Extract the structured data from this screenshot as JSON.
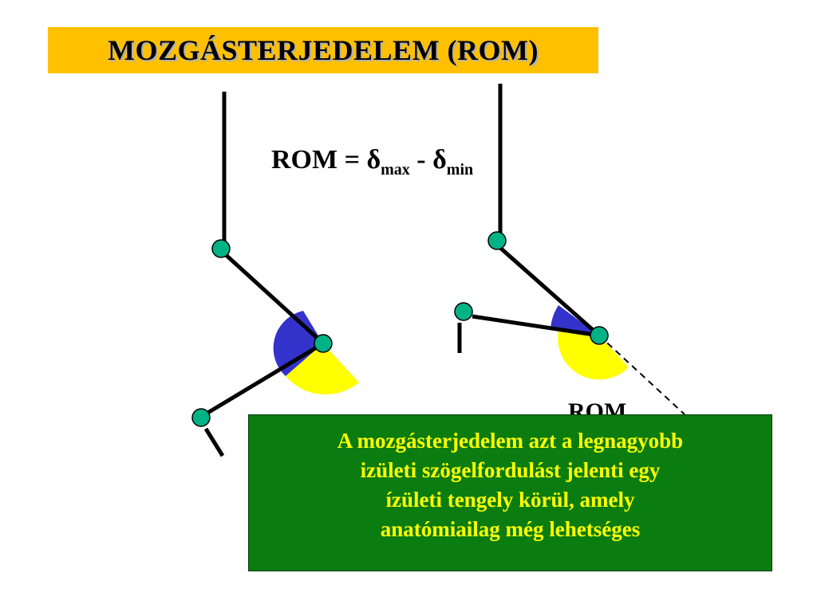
{
  "title": "MOZGÁSTERJEDELEM (ROM)",
  "formula": {
    "lhs": "ROM = ",
    "delta_symbol": "δ",
    "sub_max": "max",
    "minus": " - ",
    "sub_min": "min"
  },
  "rom_label": "ROM",
  "info_lines": [
    "A mozgásterjedelem azt a legnagyobb",
    "izületi szögelfordulást jelenti egy",
    "ízületi tengely körül, amely",
    "anatómiailag még lehetséges"
  ],
  "colors": {
    "title_background": "#ffc000",
    "info_background": "#0a7c10",
    "info_text": "#ffff00",
    "sector_blue": "#3333cc",
    "sector_yellow": "#ffff00",
    "joint": "#00b386"
  }
}
